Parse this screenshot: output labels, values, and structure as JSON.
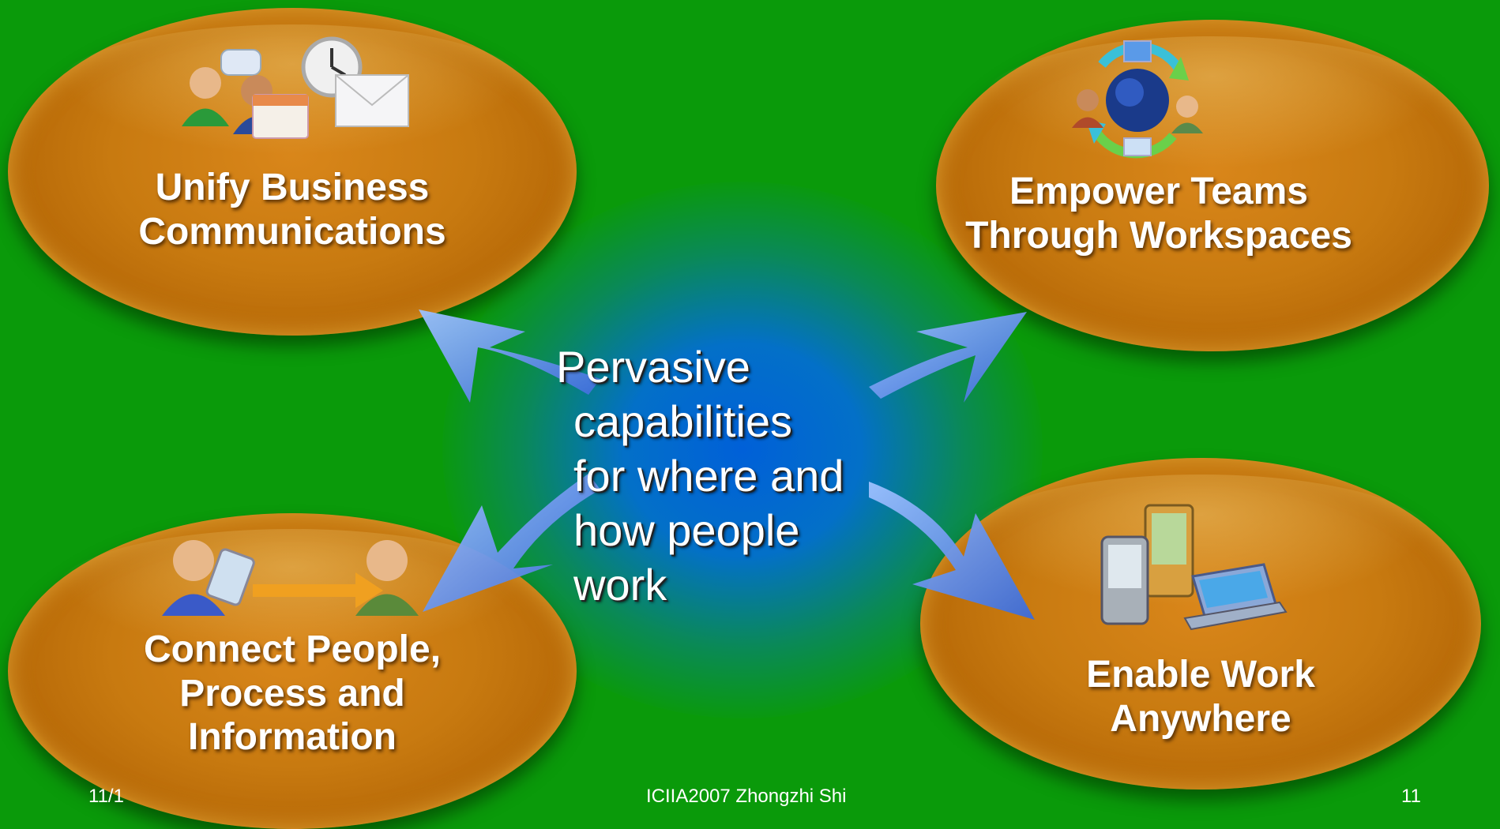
{
  "center": {
    "lines": [
      "Pervasive",
      "capabilities",
      "for where and",
      "how people",
      "work"
    ]
  },
  "ovals": {
    "top_left": {
      "line1": "Unify Business",
      "line2": "Communications",
      "icon": "communication-icons"
    },
    "top_right": {
      "line1": "Empower Teams",
      "line2": "Through Workspaces",
      "icon": "globe-people-sync-icon"
    },
    "bottom_left": {
      "line1": "Connect People,",
      "line2": "Process and",
      "line3": "Information",
      "icon": "people-connect-icon"
    },
    "bottom_right": {
      "line1": "Enable Work",
      "line2": "Anywhere",
      "icon": "mobile-devices-icon"
    }
  },
  "footer": {
    "date": "11/1",
    "center": "ICIIA2007 Zhongzhi Shi",
    "page": "11"
  },
  "colors": {
    "background": "#0a9a0a",
    "center_glow": "#0060d8",
    "oval": "#c87a10",
    "arrow": "#5b8fe8"
  }
}
